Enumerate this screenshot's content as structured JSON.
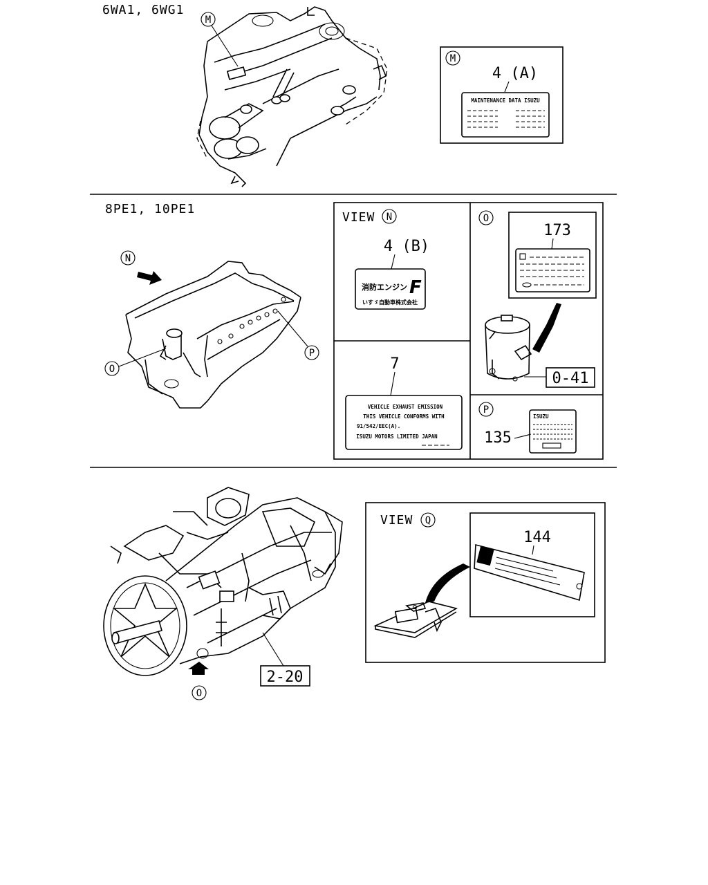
{
  "sections": {
    "top": {
      "model_label": "6WA1, 6WG1",
      "callout_m": "M",
      "panel_m": {
        "marker": "M",
        "part_no": "4 (A)",
        "label_text": "MAINTENANCE DATA ISUZU"
      }
    },
    "middle": {
      "model_label": "8PE1, 10PE1",
      "callouts": {
        "n": "N",
        "o": "O",
        "p": "P"
      },
      "view_n": {
        "title": "VIEW",
        "marker": "N",
        "part_no": "4 (B)",
        "label_line1": "消防エンジン",
        "label_big": "F",
        "label_line2": "いすゞ自動車株式会社"
      },
      "panel_7": {
        "part_no": "7",
        "lines": [
          "VEHICLE EXHAUST EMISSION",
          "THIS VEHICLE CONFORMS WITH",
          "91/542/EEC(A).",
          "ISUZU MOTORS LIMITED JAPAN"
        ]
      },
      "panel_o": {
        "marker": "O",
        "part_no": "173",
        "ref_box": "0-41"
      },
      "panel_p": {
        "marker": "P",
        "part_no": "135",
        "brand": "ISUZU"
      }
    },
    "bottom": {
      "ref_box": "2-20",
      "callout_o": "O",
      "view_q": {
        "title": "VIEW",
        "marker": "Q",
        "part_no": "144"
      }
    }
  },
  "colors": {
    "ink": "#000000",
    "paper": "#ffffff"
  }
}
